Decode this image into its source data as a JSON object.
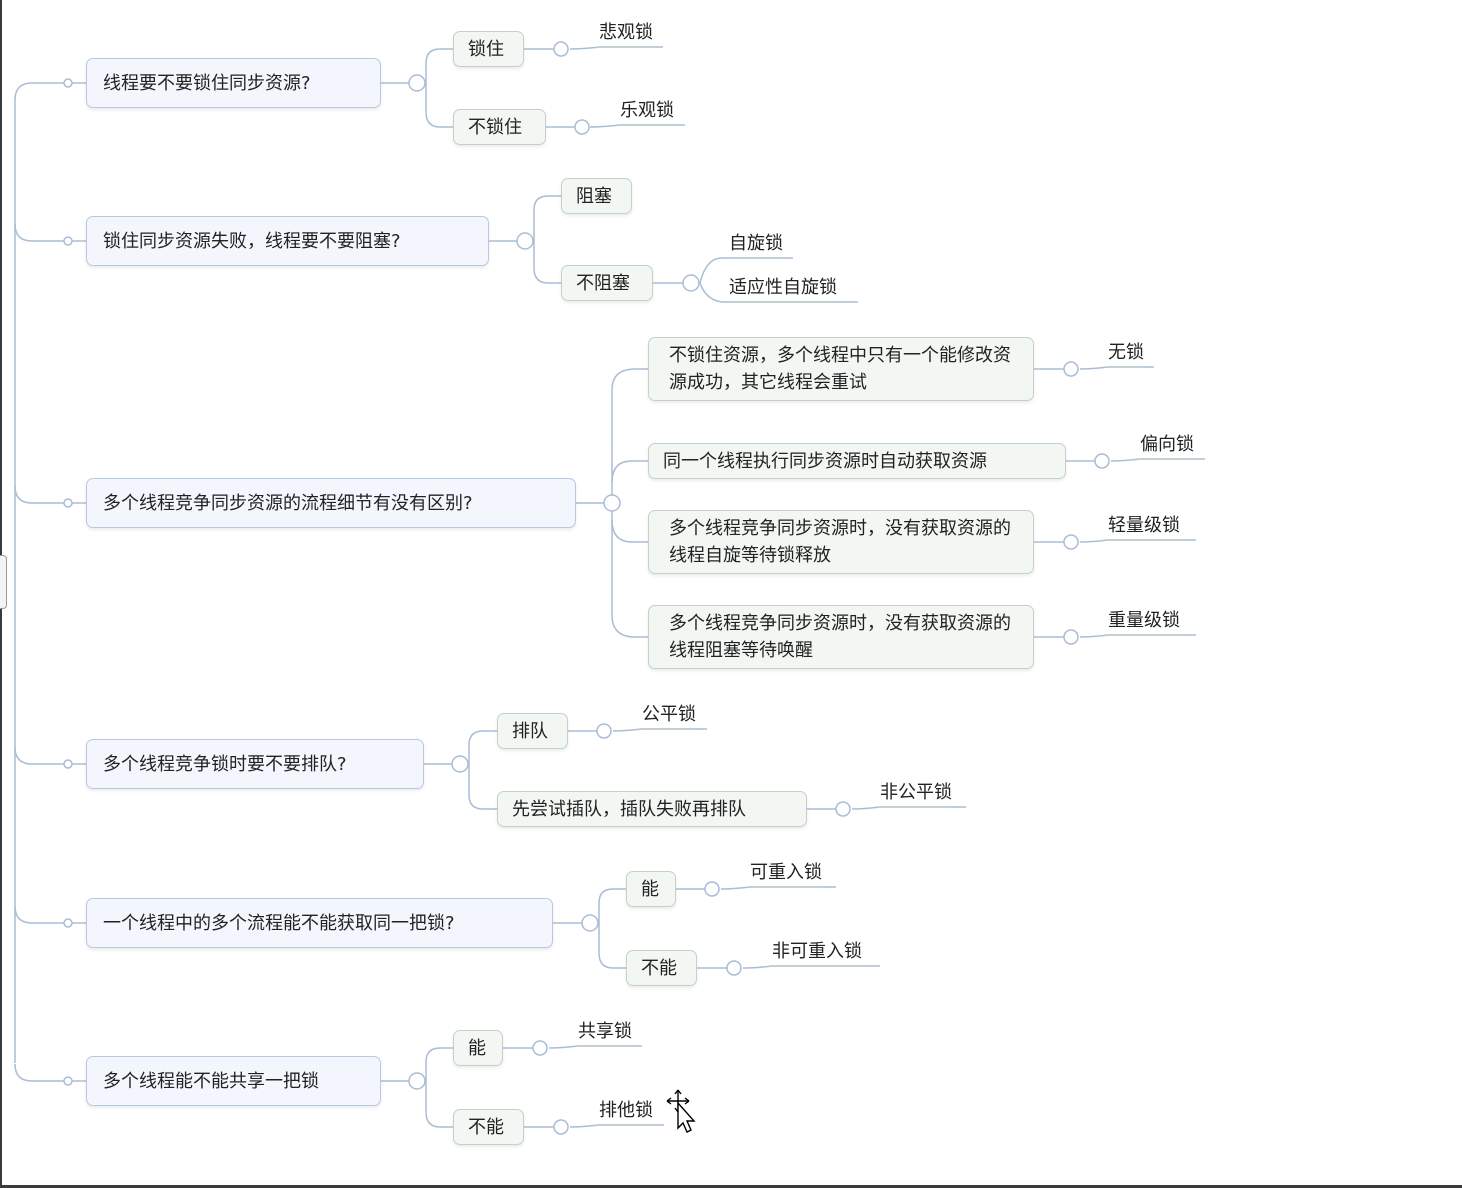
{
  "mindmap": {
    "branches": [
      {
        "question": "线程要不要锁住同步资源?",
        "options": [
          {
            "label": "锁住",
            "results": [
              "悲观锁"
            ]
          },
          {
            "label": "不锁住",
            "results": [
              "乐观锁"
            ]
          }
        ]
      },
      {
        "question": "锁住同步资源失败，线程要不要阻塞?",
        "options": [
          {
            "label": "阻塞",
            "results": []
          },
          {
            "label": "不阻塞",
            "results": [
              "自旋锁",
              "适应性自旋锁"
            ]
          }
        ]
      },
      {
        "question": "多个线程竞争同步资源的流程细节有没有区别?",
        "options": [
          {
            "label": "不锁住资源，多个线程中只有一个能修改资源成功，其它线程会重试",
            "results": [
              "无锁"
            ]
          },
          {
            "label": "同一个线程执行同步资源时自动获取资源",
            "results": [
              "偏向锁"
            ]
          },
          {
            "label": "多个线程竞争同步资源时，没有获取资源的线程自旋等待锁释放",
            "results": [
              "轻量级锁"
            ]
          },
          {
            "label": "多个线程竞争同步资源时，没有获取资源的线程阻塞等待唤醒",
            "results": [
              "重量级锁"
            ]
          }
        ]
      },
      {
        "question": "多个线程竞争锁时要不要排队?",
        "options": [
          {
            "label": "排队",
            "results": [
              "公平锁"
            ]
          },
          {
            "label": "先尝试插队，插队失败再排队",
            "results": [
              "非公平锁"
            ]
          }
        ]
      },
      {
        "question": "一个线程中的多个流程能不能获取同一把锁?",
        "options": [
          {
            "label": "能",
            "results": [
              "可重入锁"
            ]
          },
          {
            "label": "不能",
            "results": [
              "非可重入锁"
            ]
          }
        ]
      },
      {
        "question": "多个线程能不能共享一把锁",
        "options": [
          {
            "label": "能",
            "results": [
              "共享锁"
            ]
          },
          {
            "label": "不能",
            "results": [
              "排他锁"
            ]
          }
        ]
      }
    ]
  },
  "colors": {
    "connector": "#a9bdd6",
    "question_fill": "#f3f7fd",
    "question_border": "#b7c9e2",
    "answer_fill": "#f3f7f3",
    "answer_border": "#c4d2c4"
  },
  "cursor_icon": "move-cursor-icon"
}
